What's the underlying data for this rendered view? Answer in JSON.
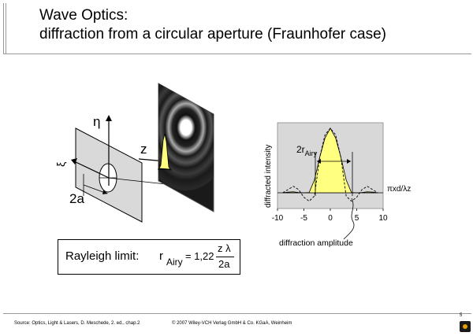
{
  "title": {
    "line1": "Wave Optics:",
    "line2": "diffraction from a circular aperture (Fraunhofer case)"
  },
  "setup": {
    "eta_label": "η",
    "xi_label": "ξ",
    "z_label": "z",
    "aperture_label": "2a"
  },
  "plot": {
    "ylabel": "diffracted intensity",
    "xlabel": "πxd/λz",
    "width_label": "2r",
    "width_sub": "Airy",
    "ticks": [
      "-10",
      "-5",
      "0",
      "5",
      "10"
    ],
    "amplitude_label": "diffraction amplitude",
    "colors": {
      "fill": "#ffff80",
      "plot_bg": "#d8d8d8"
    }
  },
  "chart_data": {
    "type": "line",
    "xlabel": "πxd/λz",
    "ylabel": "diffracted intensity",
    "xlim": [
      -10,
      10
    ],
    "x_ticks": [
      -10,
      -5,
      0,
      5,
      10
    ],
    "series": [
      {
        "name": "",
        "x": [
          -9,
          -8,
          -7,
          -6,
          -5,
          -4,
          -3,
          -2,
          -1,
          0,
          1,
          2,
          3,
          4,
          5,
          6,
          7,
          8,
          9
        ],
        "y": [
          0.0,
          0.01,
          0.015,
          0.005,
          0.0,
          0.005,
          0.2,
          0.55,
          0.85,
          1.0,
          0.85,
          0.55,
          0.2,
          0.005,
          0.0,
          0.005,
          0.015,
          0.01,
          0.0
        ]
      },
      {
        "name": "",
        "x": [
          -9,
          -8,
          -7,
          -6,
          -5,
          -4,
          -3,
          -2,
          -1,
          0,
          1,
          2,
          3,
          4,
          5,
          6,
          7,
          8,
          9
        ],
        "y": [
          0.0,
          0.05,
          0.1,
          0.05,
          -0.07,
          -0.13,
          -0.05,
          0.55,
          0.9,
          1.0,
          0.9,
          0.55,
          -0.05,
          -0.13,
          -0.07,
          0.05,
          0.1,
          0.05,
          0.0
        ]
      }
    ]
  },
  "rayleigh": {
    "label": "Rayleigh limit:",
    "r": "r",
    "sub": "Airy",
    "eq": "= 1,22",
    "num": "z λ",
    "den": "2a"
  },
  "footer": {
    "source": "Source: Optics, Light & Lasers, D. Meschede, 2. ed., chap.2",
    "copyright": "© 2007 Wiley-VCH Verlag GmbH & Co. KGaA, Weinheim",
    "page": "5"
  }
}
